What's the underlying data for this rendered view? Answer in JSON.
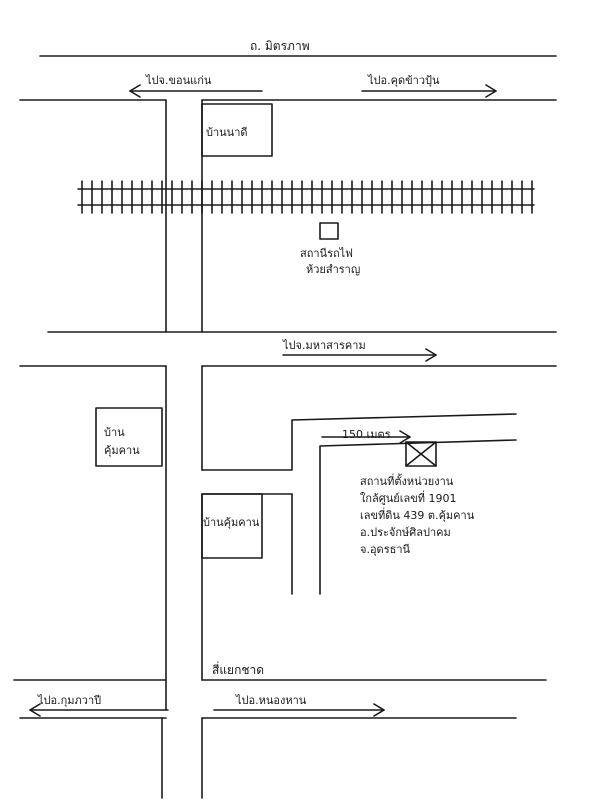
{
  "map": {
    "top_road": "ถ. มิตรภาพ",
    "arrow_left_top": "ไปจ.ขอนแก่น",
    "arrow_right_top": "ไปอ.คุดข้าวปุ้น",
    "house_top": "บ้านนาดี",
    "station_name": "สถานีรถไฟ",
    "station_sub": "ห้วยสำราญ",
    "middle_arrow": "ไปจ.มหาสารคาม",
    "village_left_1": "บ้าน",
    "village_left_2": "คุ้มคาน",
    "distance": "150 เมตร",
    "office_lines": [
      "สถานที่ตั้งหน่วยงาน",
      "ใกล้ศูนย์เลขที่ 1901",
      "เลขที่ดิน 439 ต.คุ้มคาน",
      "อ.ประจักษ์ศิลปาคม",
      "จ.อุดรธานี"
    ],
    "house_middle": "บ้านคุ้มคาน",
    "junction": "สี่แยกชาด",
    "arrow_left_bottom": "ไปอ.กุมภวาปี",
    "arrow_right_bottom": "ไปอ.หนองหาน"
  }
}
